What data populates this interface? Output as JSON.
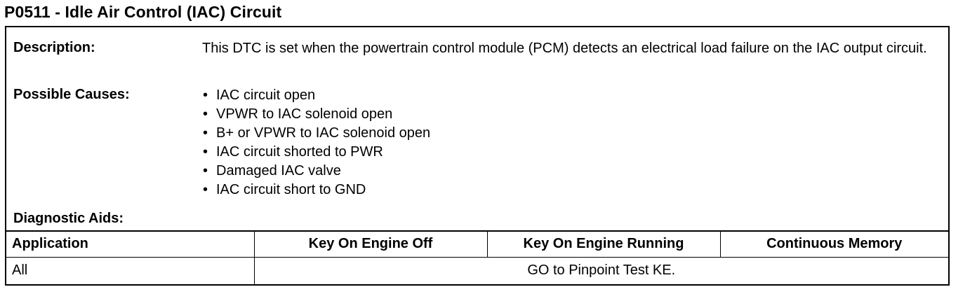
{
  "title": "P0511 - Idle Air Control (IAC) Circuit",
  "description": {
    "label": "Description:",
    "text": "This DTC is set when the powertrain control module (PCM) detects an electrical load failure on the IAC output circuit."
  },
  "possible_causes": {
    "label": "Possible Causes:",
    "bullet": "•",
    "items": [
      "IAC circuit open",
      "VPWR to IAC solenoid open",
      "B+ or VPWR to IAC solenoid open",
      "IAC circuit shorted to PWR",
      "Damaged IAC valve",
      "IAC circuit short to GND"
    ]
  },
  "diagnostic_aids": {
    "label": "Diagnostic Aids:"
  },
  "table": {
    "headers": [
      "Application",
      "Key On Engine Off",
      "Key On Engine Running",
      "Continuous Memory"
    ],
    "rows": [
      {
        "application": "All",
        "action": "GO to Pinpoint Test KE."
      }
    ]
  }
}
